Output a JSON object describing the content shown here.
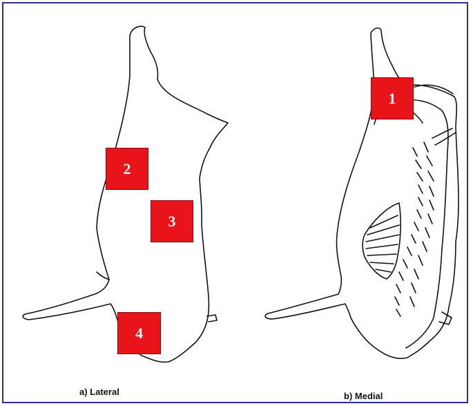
{
  "diagram": {
    "panels": [
      {
        "caption": "a) Lateral"
      },
      {
        "caption": "b) Medial"
      }
    ],
    "markers": [
      "1",
      "2",
      "3",
      "4"
    ]
  },
  "colors": {
    "frame": "#2b2f8f",
    "marker_fill": "#e8141a",
    "outline": "#111111"
  }
}
